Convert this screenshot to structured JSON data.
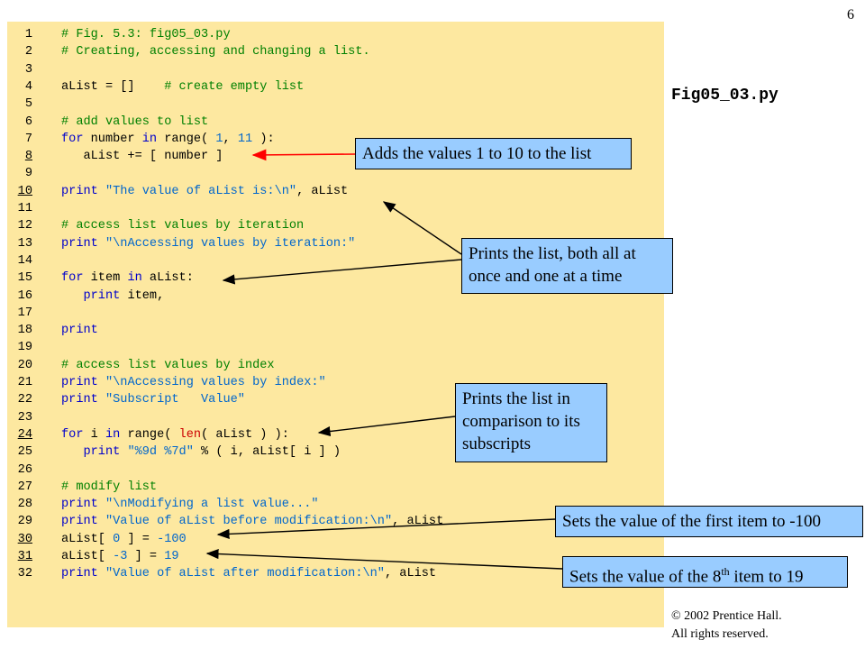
{
  "slide_number": "6",
  "filename": "Fig05_03.py",
  "code_lines": [
    {
      "num": "1",
      "tokens": [
        [
          "cm",
          "# Fig. 5.3: fig05_03.py"
        ]
      ]
    },
    {
      "num": "2",
      "tokens": [
        [
          "cm",
          "# Creating, accessing and changing a list."
        ]
      ]
    },
    {
      "num": "3",
      "tokens": []
    },
    {
      "num": "4",
      "tokens": [
        [
          "tx",
          "aList = []    "
        ],
        [
          "cm",
          "# create empty list"
        ]
      ]
    },
    {
      "num": "5",
      "tokens": []
    },
    {
      "num": "6",
      "tokens": [
        [
          "cm",
          "# add values to list"
        ]
      ]
    },
    {
      "num": "7",
      "tokens": [
        [
          "kw",
          "for"
        ],
        [
          "tx",
          " number "
        ],
        [
          "kw",
          "in"
        ],
        [
          "tx",
          " range( "
        ],
        [
          "nm",
          "1"
        ],
        [
          "tx",
          ", "
        ],
        [
          "nm",
          "11"
        ],
        [
          "tx",
          " ):"
        ]
      ]
    },
    {
      "num": "8",
      "underline": true,
      "tokens": [
        [
          "tx",
          "   aList += [ number ]"
        ]
      ]
    },
    {
      "num": "9",
      "tokens": []
    },
    {
      "num": "10",
      "underline": true,
      "tokens": [
        [
          "kw",
          "print"
        ],
        [
          "tx",
          " "
        ],
        [
          "st",
          "\"The value of aList is:\\n\""
        ],
        [
          "tx",
          ", aList"
        ]
      ]
    },
    {
      "num": "11",
      "tokens": []
    },
    {
      "num": "12",
      "tokens": [
        [
          "cm",
          "# access list values by iteration"
        ]
      ]
    },
    {
      "num": "13",
      "tokens": [
        [
          "kw",
          "print"
        ],
        [
          "tx",
          " "
        ],
        [
          "st",
          "\"\\nAccessing values by iteration:\""
        ]
      ]
    },
    {
      "num": "14",
      "tokens": []
    },
    {
      "num": "15",
      "tokens": [
        [
          "kw",
          "for"
        ],
        [
          "tx",
          " item "
        ],
        [
          "kw",
          "in"
        ],
        [
          "tx",
          " aList:"
        ]
      ]
    },
    {
      "num": "16",
      "tokens": [
        [
          "tx",
          "   "
        ],
        [
          "kw",
          "print"
        ],
        [
          "tx",
          " item,"
        ]
      ]
    },
    {
      "num": "17",
      "tokens": []
    },
    {
      "num": "18",
      "tokens": [
        [
          "kw",
          "print"
        ]
      ]
    },
    {
      "num": "19",
      "tokens": []
    },
    {
      "num": "20",
      "tokens": [
        [
          "cm",
          "# access list values by index"
        ]
      ]
    },
    {
      "num": "21",
      "tokens": [
        [
          "kw",
          "print"
        ],
        [
          "tx",
          " "
        ],
        [
          "st",
          "\"\\nAccessing values by index:\""
        ]
      ]
    },
    {
      "num": "22",
      "tokens": [
        [
          "kw",
          "print"
        ],
        [
          "tx",
          " "
        ],
        [
          "st",
          "\"Subscript   Value\""
        ]
      ]
    },
    {
      "num": "23",
      "tokens": []
    },
    {
      "num": "24",
      "underline": true,
      "tokens": [
        [
          "kw",
          "for"
        ],
        [
          "tx",
          " i "
        ],
        [
          "kw",
          "in"
        ],
        [
          "tx",
          " range( "
        ],
        [
          "fn",
          "len"
        ],
        [
          "tx",
          "( aList ) ):"
        ]
      ]
    },
    {
      "num": "25",
      "tokens": [
        [
          "tx",
          "   "
        ],
        [
          "kw",
          "print"
        ],
        [
          "tx",
          " "
        ],
        [
          "st",
          "\"%9d %7d\""
        ],
        [
          "tx",
          " % ( i, aList[ i ] )"
        ]
      ]
    },
    {
      "num": "26",
      "tokens": []
    },
    {
      "num": "27",
      "tokens": [
        [
          "cm",
          "# modify list"
        ]
      ]
    },
    {
      "num": "28",
      "tokens": [
        [
          "kw",
          "print"
        ],
        [
          "tx",
          " "
        ],
        [
          "st",
          "\"\\nModifying a list value...\""
        ]
      ]
    },
    {
      "num": "29",
      "tokens": [
        [
          "kw",
          "print"
        ],
        [
          "tx",
          " "
        ],
        [
          "st",
          "\"Value of aList before modification:\\n\""
        ],
        [
          "tx",
          ", aList"
        ]
      ]
    },
    {
      "num": "30",
      "underline": true,
      "tokens": [
        [
          "tx",
          "aList[ "
        ],
        [
          "nm",
          "0"
        ],
        [
          "tx",
          " ] = "
        ],
        [
          "nm",
          "-100"
        ]
      ]
    },
    {
      "num": "31",
      "underline": true,
      "tokens": [
        [
          "tx",
          "aList[ "
        ],
        [
          "nm",
          "-3"
        ],
        [
          "tx",
          " ] = "
        ],
        [
          "nm",
          "19"
        ]
      ]
    },
    {
      "num": "32",
      "tokens": [
        [
          "kw",
          "print"
        ],
        [
          "tx",
          " "
        ],
        [
          "st",
          "\"Value of aList after modification:\\n\""
        ],
        [
          "tx",
          ", aList"
        ]
      ]
    }
  ],
  "callouts": {
    "adds_values": "Adds the values 1 to 10 to the list",
    "prints_list": "Prints the list, both all at once and one at a time",
    "prints_subscripts": "Prints the list in comparison to its subscripts",
    "sets_first": "Sets the value of the first item to -100",
    "sets_eighth_prefix": "Sets the value of the 8",
    "sets_eighth_sup": "th",
    "sets_eighth_suffix": " item to 19"
  },
  "copyright": {
    "line1": "© 2002 Prentice Hall.",
    "line2": "All rights reserved."
  },
  "colors": {
    "code_background": "#fde8a0",
    "callout_background": "#99ccff",
    "comment": "#008000",
    "keyword": "#0000cc",
    "string": "#0066cc",
    "builtin": "#cc0000",
    "arrow_red": "#ff0000",
    "arrow_black": "#000000"
  }
}
